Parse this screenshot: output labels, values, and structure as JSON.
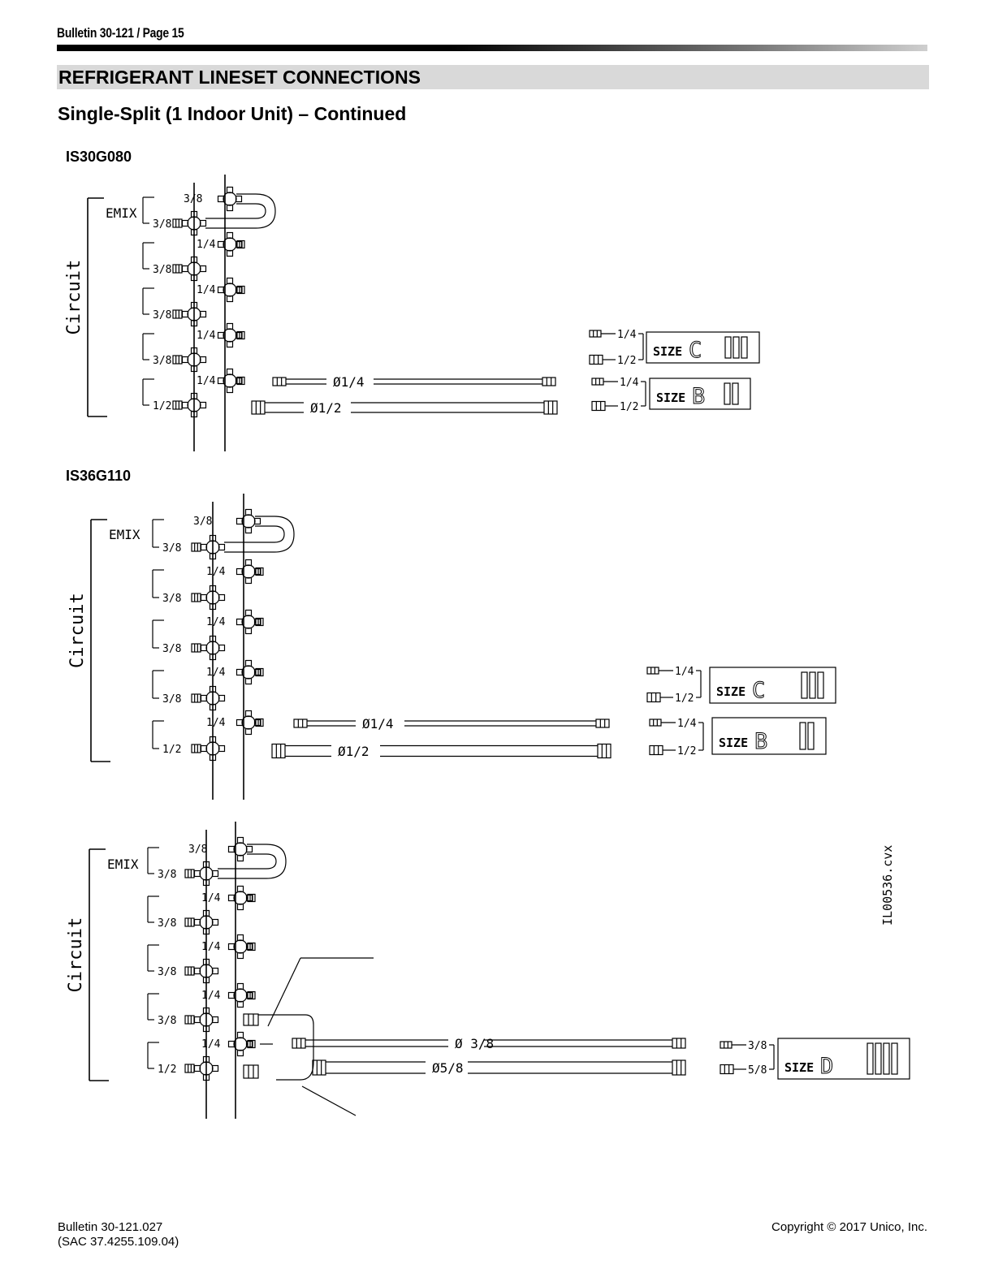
{
  "header": {
    "bulletin_page": "Bulletin 30-121 / Page 15"
  },
  "section": {
    "title": "REFRIGERANT LINESET CONNECTIONS",
    "subtitle": "Single-Split (1 Indoor Unit) – Continued"
  },
  "diagrams": [
    {
      "model_label": "IS30G080",
      "bracket_label": "Circuit",
      "emix_label": "EMIX",
      "port_labels": [
        "3/8",
        "3/8",
        "1/4",
        "3/8",
        "1/4",
        "3/8",
        "1/4",
        "3/8",
        "1/4",
        "1/2"
      ],
      "line_labels": [
        "Ø1/4",
        "Ø1/2"
      ],
      "size_kits": [
        {
          "size_word": "SIZE",
          "letter": "C",
          "roman": "III",
          "fittings": [
            "1/4",
            "1/2"
          ]
        },
        {
          "size_word": "SIZE",
          "letter": "B",
          "roman": "II",
          "fittings": [
            "1/4",
            "1/2"
          ]
        }
      ]
    },
    {
      "model_label": "IS36G110",
      "bracket_label": "Circuit",
      "emix_label": "EMIX",
      "port_labels": [
        "3/8",
        "3/8",
        "1/4",
        "3/8",
        "1/4",
        "3/8",
        "1/4",
        "3/8",
        "1/4",
        "1/2"
      ],
      "line_labels": [
        "Ø1/4",
        "Ø1/2"
      ],
      "size_kits": [
        {
          "size_word": "SIZE",
          "letter": "C",
          "roman": "III",
          "fittings": [
            "1/4",
            "1/2"
          ]
        },
        {
          "size_word": "SIZE",
          "letter": "B",
          "roman": "II",
          "fittings": [
            "1/4",
            "1/2"
          ]
        }
      ]
    },
    {
      "model_label": "",
      "bracket_label": "Circuit",
      "emix_label": "EMIX",
      "port_labels": [
        "3/8",
        "3/8",
        "1/4",
        "3/8",
        "1/4",
        "3/8",
        "1/4",
        "3/8",
        "1/4",
        "1/2"
      ],
      "line_labels": [
        "Ø 3/8",
        "Ø5/8"
      ],
      "size_kits": [
        {
          "size_word": "SIZE",
          "letter": "D",
          "roman": "IIII",
          "fittings": [
            "3/8",
            "5/8"
          ]
        }
      ]
    }
  ],
  "figure_id": "IL00536.cvx",
  "footer": {
    "bulletin_number": "Bulletin 30-121.027",
    "sac_number": "(SAC 37.4255.109.04)",
    "copyright": "Copyright © 2017 Unico, Inc."
  }
}
